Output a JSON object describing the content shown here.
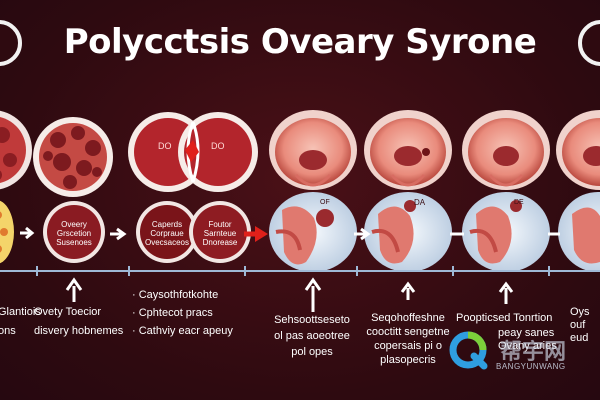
{
  "title": "Polycctsis Oveary Syrone",
  "colors": {
    "background": "#3a0d13",
    "timeline": "#9fb9d6",
    "cell_red": "#b3252c",
    "arrow_red": "#e0201a",
    "ovary_pink": "#f3a79a"
  },
  "circle_labels": {
    "stage1": [
      "Oveery",
      "Grscetion",
      "Susenoes"
    ],
    "stage2_left": [
      "Caperds",
      "Corpraue",
      "Ovecsaceos"
    ],
    "stage2_right": [
      "Foutor",
      "Sarnteue",
      "Dnorease"
    ],
    "stage2_top_left": "DO",
    "stage2_top_right": "DO"
  },
  "ovary_labels": {
    "ovary1": "OF",
    "ovary2": "DA",
    "ovary3": "DE"
  },
  "captions": {
    "col0": [
      "Glantiois",
      "ons"
    ],
    "col1": [
      "Ovety Toecior",
      "disvery hobnemes"
    ],
    "col2": [
      "· Caysothfotkohte",
      "· Cphtecot pracs",
      "· Cathviy eacr apeuy"
    ],
    "col3": [
      "Sehsoottseseto",
      "ol pas aoeotree",
      "pol opes"
    ],
    "col4": [
      "Seqohoffeshne",
      "cooctitt sengetne",
      "copersais pi o",
      "plasopecris"
    ],
    "col5": [
      "Poopticsed Tonrtion",
      "peay sanes",
      "Ovany aries"
    ],
    "col6": [
      "Oys",
      "ouf",
      "eud"
    ]
  },
  "watermark": {
    "cn_text": "帮宇网",
    "latin_text": "BANGYUNWANG"
  },
  "icons": [
    "arrow-right-icon",
    "arrow-up-icon",
    "logo-q-icon"
  ]
}
